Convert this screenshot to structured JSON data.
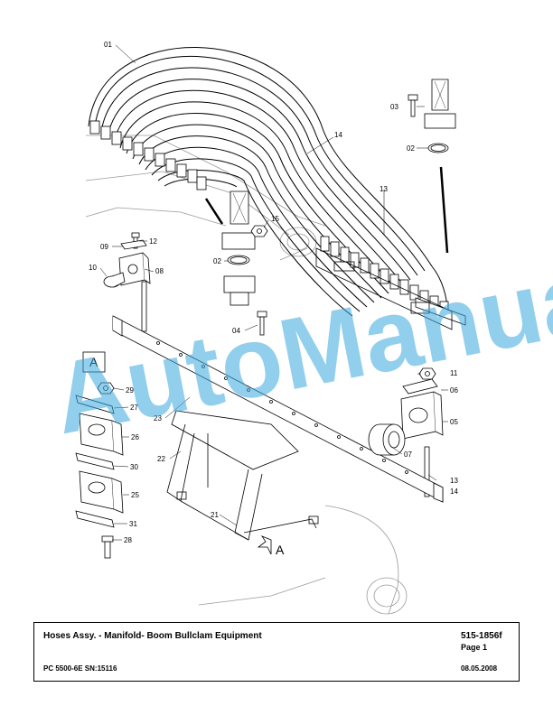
{
  "callouts": {
    "c01": "01",
    "c02a": "02",
    "c02b": "02",
    "c03": "03",
    "c04": "04",
    "c05": "05",
    "c06": "06",
    "c07": "07",
    "c08": "08",
    "c09": "09",
    "c10": "10",
    "c11": "11",
    "c12": "12",
    "c13a": "13",
    "c13b": "13",
    "c14a": "14",
    "c14b": "14",
    "c15": "15",
    "c21": "21",
    "c22": "22",
    "c23": "23",
    "c25": "25",
    "c26": "26",
    "c27": "27",
    "c28": "28",
    "c29": "29",
    "c30": "30",
    "c31": "31"
  },
  "view_label": "A",
  "view_arrow_label": "A",
  "watermark": "AutoManual",
  "title_block": {
    "title": "Hoses Assy. - Manifold- Boom Bullclam Equipment",
    "code": "515-1856f",
    "page": "Page 1",
    "model": "PC 5500-6E SN:15116",
    "date": "08.05.2008"
  },
  "colors": {
    "watermark": "#3aa8e0",
    "line": "#000000",
    "ghost": "#9a9a9a"
  }
}
